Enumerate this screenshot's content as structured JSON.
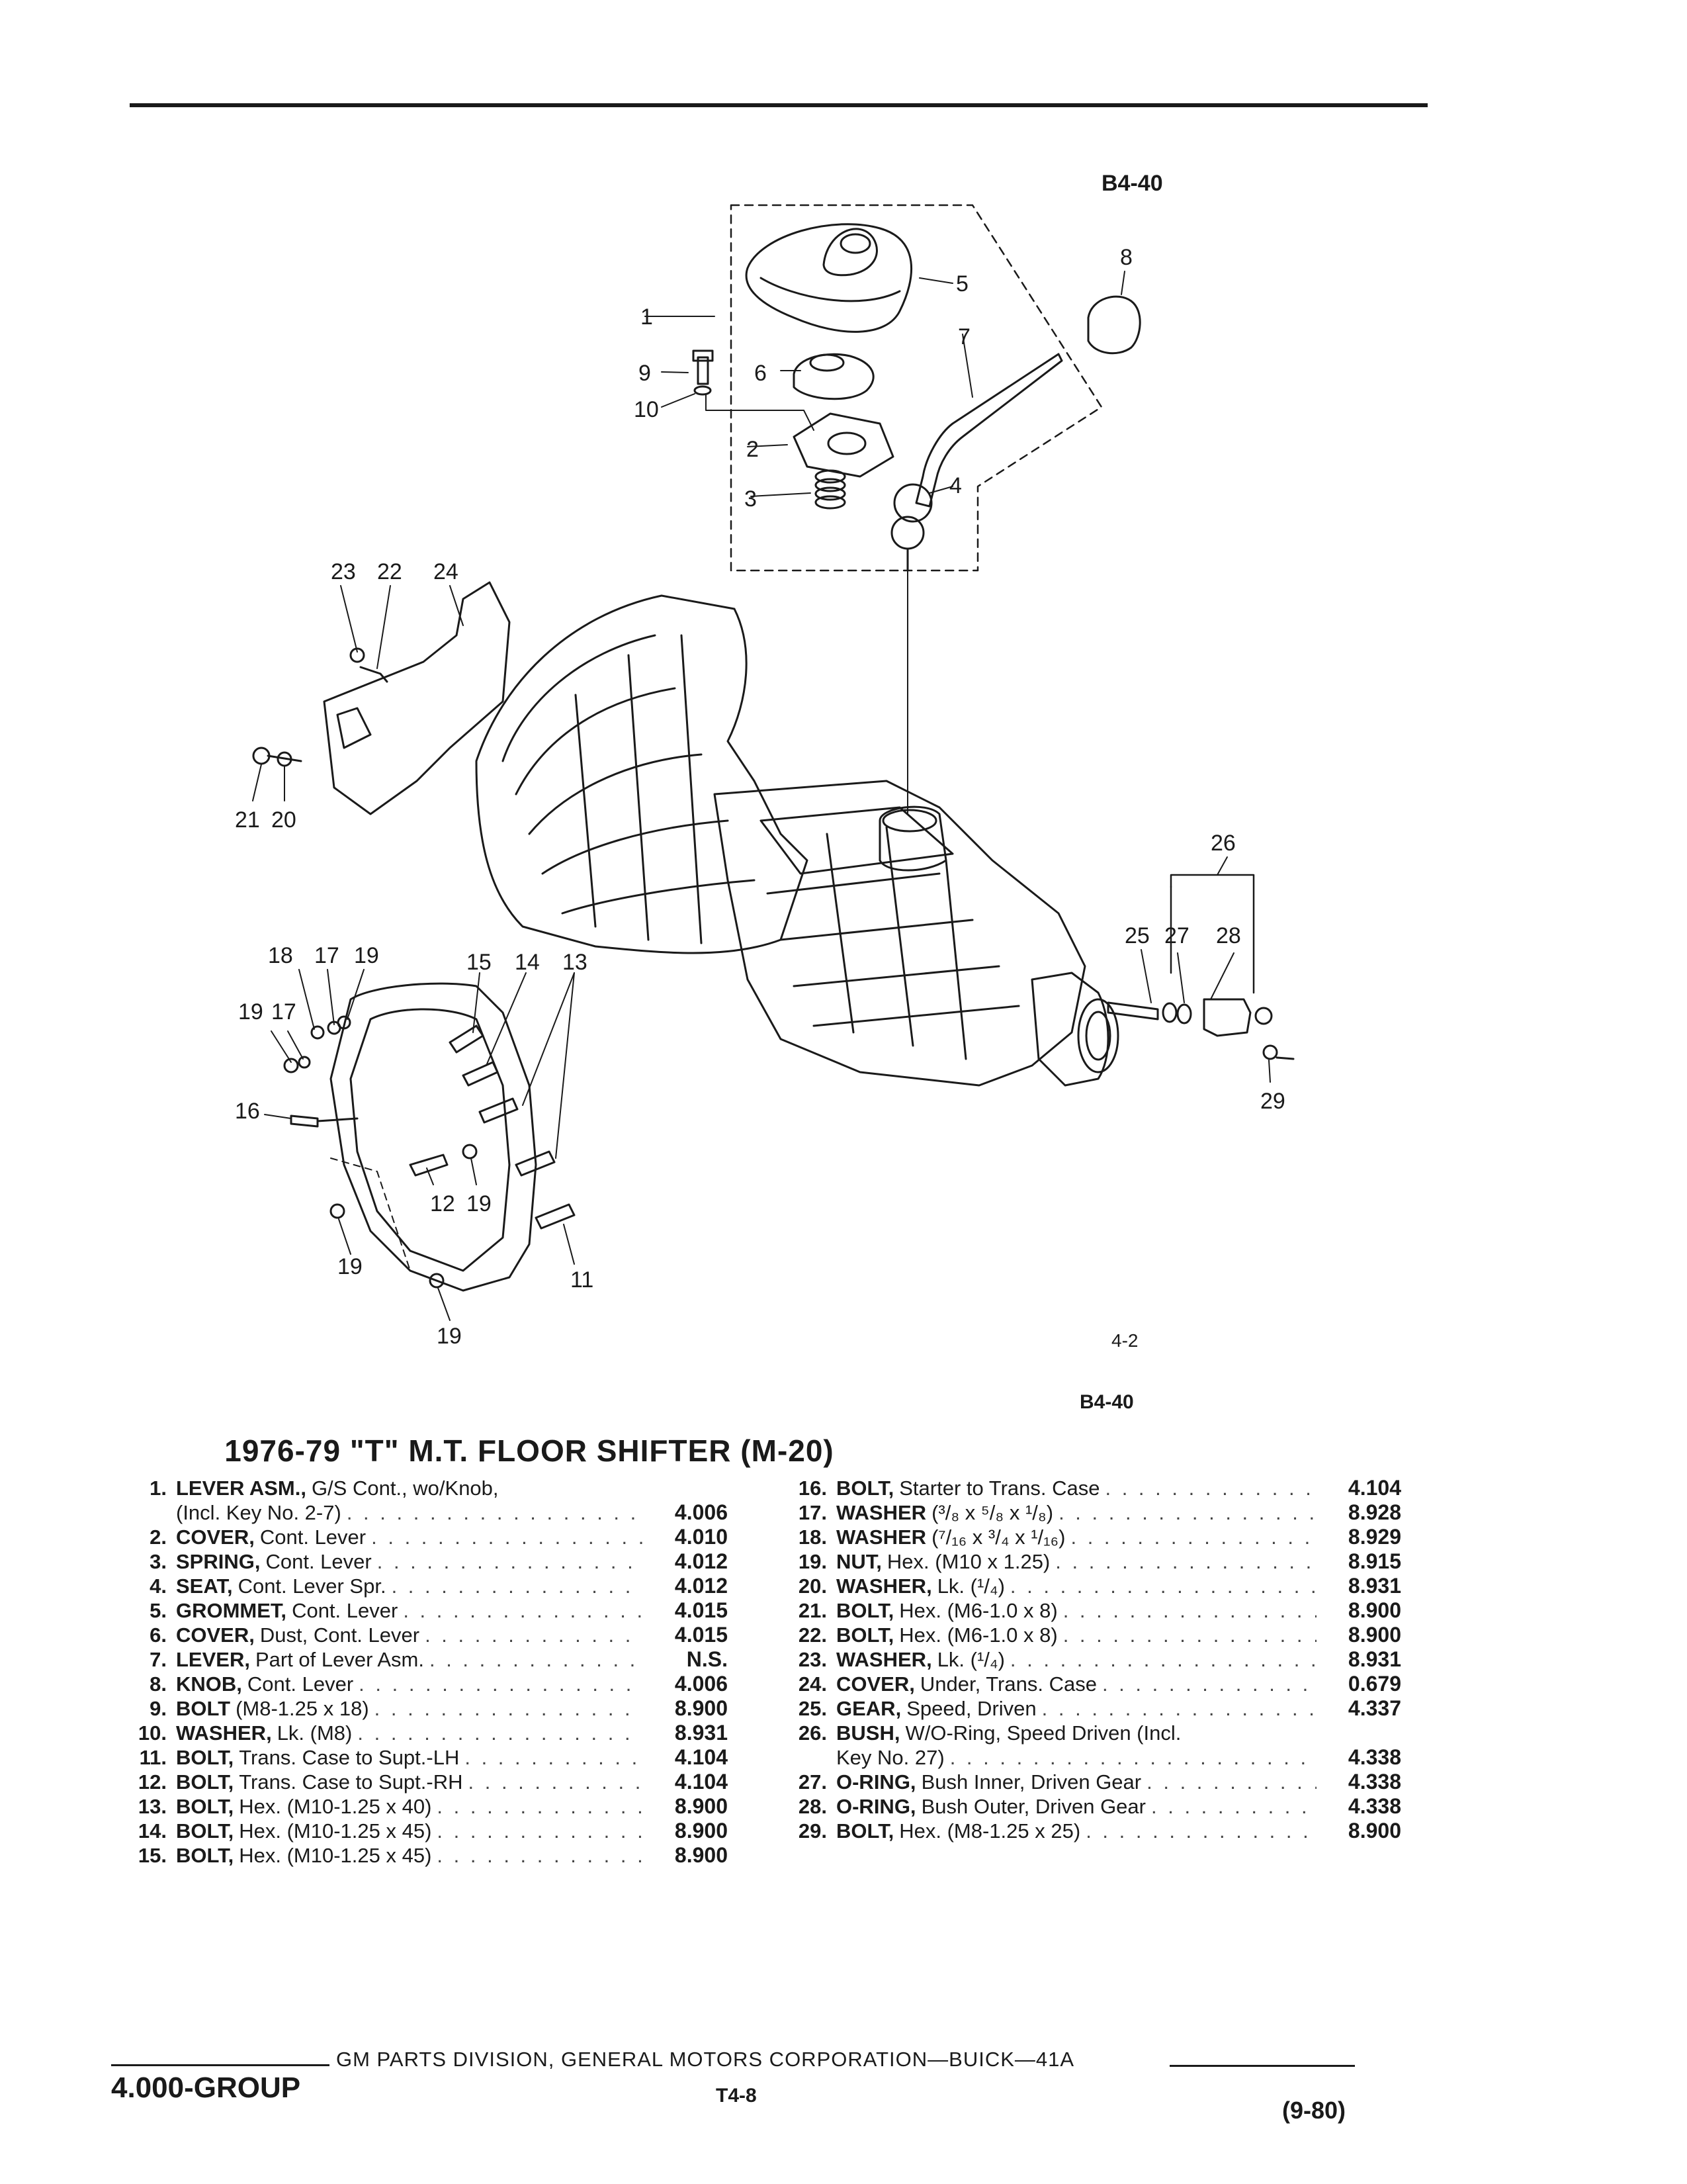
{
  "figure": {
    "code_top": "B4-40",
    "code_bottom": "B4-40",
    "view_label": "4-2",
    "callouts": [
      "1",
      "2",
      "3",
      "4",
      "5",
      "6",
      "7",
      "8",
      "9",
      "10",
      "11",
      "12",
      "13",
      "14",
      "15",
      "16",
      "17",
      "18",
      "19",
      "20",
      "21",
      "22",
      "23",
      "24",
      "25",
      "26",
      "27",
      "28",
      "29"
    ]
  },
  "title": "1976-79 \"T\" M.T. FLOOR SHIFTER (M-20)",
  "parts_left": [
    {
      "num": "1.",
      "name": "LEVER ASM.,",
      "desc": "G/S Cont., wo/Knob,",
      "group": ""
    },
    {
      "num": "",
      "name": "",
      "desc": "(Incl. Key No. 2-7)",
      "group": "4.006"
    },
    {
      "num": "2.",
      "name": "COVER,",
      "desc": "Cont. Lever",
      "group": "4.010"
    },
    {
      "num": "3.",
      "name": "SPRING,",
      "desc": "Cont. Lever",
      "group": "4.012"
    },
    {
      "num": "4.",
      "name": "SEAT,",
      "desc": "Cont. Lever Spr.",
      "group": "4.012"
    },
    {
      "num": "5.",
      "name": "GROMMET,",
      "desc": "Cont. Lever",
      "group": "4.015"
    },
    {
      "num": "6.",
      "name": "COVER,",
      "desc": "Dust, Cont. Lever",
      "group": "4.015"
    },
    {
      "num": "7.",
      "name": "LEVER,",
      "desc": "Part of Lever Asm.",
      "group": "N.S."
    },
    {
      "num": "8.",
      "name": "KNOB,",
      "desc": "Cont. Lever",
      "group": "4.006"
    },
    {
      "num": "9.",
      "name": "BOLT",
      "desc": "(M8-1.25 x 18)",
      "group": "8.900"
    },
    {
      "num": "10.",
      "name": "WASHER,",
      "desc": "Lk. (M8)",
      "group": "8.931"
    },
    {
      "num": "11.",
      "name": "BOLT,",
      "desc": "Trans. Case to Supt.-LH",
      "group": "4.104"
    },
    {
      "num": "12.",
      "name": "BOLT,",
      "desc": "Trans. Case to Supt.-RH",
      "group": "4.104"
    },
    {
      "num": "13.",
      "name": "BOLT,",
      "desc": "Hex. (M10-1.25 x 40)",
      "group": "8.900"
    },
    {
      "num": "14.",
      "name": "BOLT,",
      "desc": "Hex. (M10-1.25 x 45)",
      "group": "8.900"
    },
    {
      "num": "15.",
      "name": "BOLT,",
      "desc": "Hex. (M10-1.25 x 45)",
      "group": "8.900"
    }
  ],
  "parts_right": [
    {
      "num": "16.",
      "name": "BOLT,",
      "desc": "Starter to Trans. Case",
      "group": "4.104"
    },
    {
      "num": "17.",
      "name": "WASHER",
      "desc": "(³/₈ x ⁵/₈ x ¹/₈)",
      "group": "8.928"
    },
    {
      "num": "18.",
      "name": "WASHER",
      "desc": "(⁷/₁₆ x ³/₄ x ¹/₁₆)",
      "group": "8.929"
    },
    {
      "num": "19.",
      "name": "NUT,",
      "desc": "Hex. (M10 x 1.25)",
      "group": "8.915"
    },
    {
      "num": "20.",
      "name": "WASHER,",
      "desc": "Lk. (¹/₄)",
      "group": "8.931"
    },
    {
      "num": "21.",
      "name": "BOLT,",
      "desc": "Hex. (M6-1.0 x 8)",
      "group": "8.900"
    },
    {
      "num": "22.",
      "name": "BOLT,",
      "desc": "Hex. (M6-1.0 x 8)",
      "group": "8.900"
    },
    {
      "num": "23.",
      "name": "WASHER,",
      "desc": "Lk. (¹/₄)",
      "group": "8.931"
    },
    {
      "num": "24.",
      "name": "COVER,",
      "desc": "Under, Trans. Case",
      "group": "0.679"
    },
    {
      "num": "25.",
      "name": "GEAR,",
      "desc": "Speed, Driven",
      "group": "4.337"
    },
    {
      "num": "26.",
      "name": "BUSH,",
      "desc": "W/O-Ring, Speed Driven (Incl.",
      "group": ""
    },
    {
      "num": "",
      "name": "",
      "desc": "Key No. 27)",
      "group": "4.338"
    },
    {
      "num": "27.",
      "name": "O-RING,",
      "desc": "Bush Inner, Driven Gear",
      "group": "4.338"
    },
    {
      "num": "28.",
      "name": "O-RING,",
      "desc": "Bush Outer, Driven Gear",
      "group": "4.338"
    },
    {
      "num": "29.",
      "name": "BOLT,",
      "desc": "Hex. (M8-1.25 x 25)",
      "group": "8.900"
    }
  ],
  "footer": {
    "publisher": "GM PARTS DIVISION, GENERAL MOTORS CORPORATION—BUICK—41A",
    "group": "4.000-GROUP",
    "page": "T4-8",
    "date": "(9-80)"
  }
}
